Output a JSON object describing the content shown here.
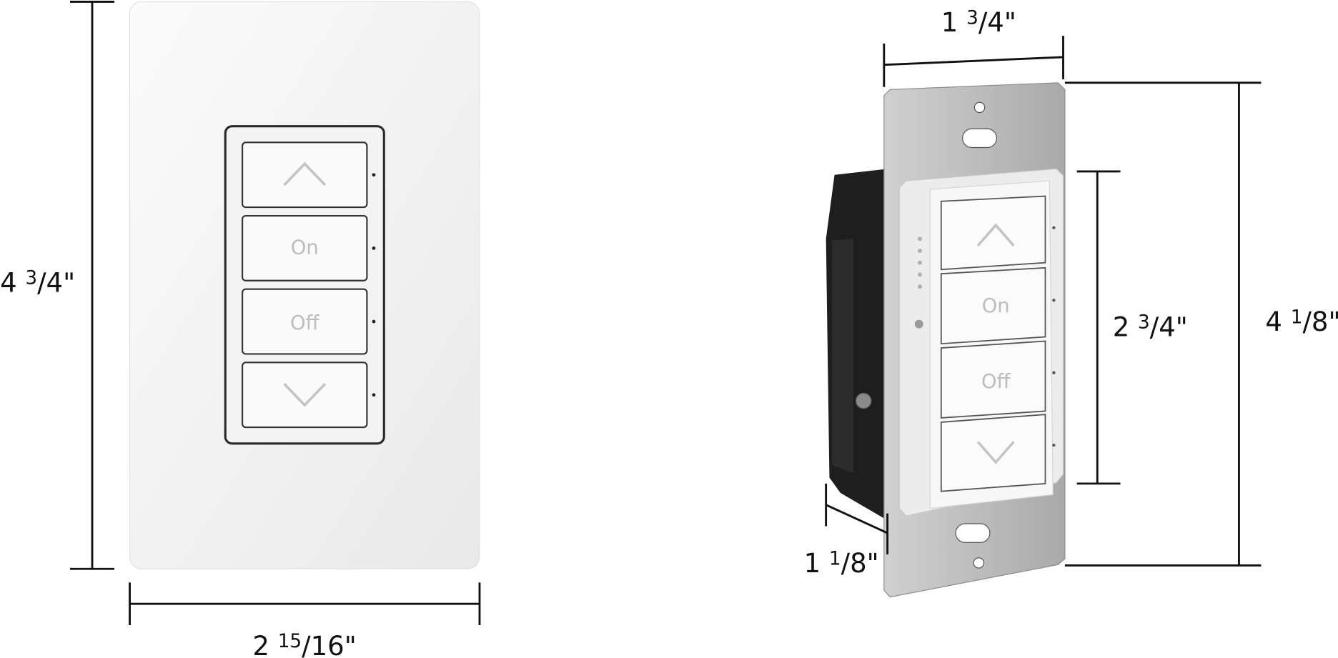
{
  "title": "Keypad switch dimensions",
  "separator": "/",
  "unit": "\"",
  "front_view": {
    "buttons": [
      {
        "type": "up",
        "icon": "chevron-up-icon",
        "label": ""
      },
      {
        "type": "on",
        "label": "On"
      },
      {
        "type": "off",
        "label": "Off"
      },
      {
        "type": "down",
        "icon": "chevron-down-icon",
        "label": ""
      }
    ],
    "height_dim": {
      "whole": "4",
      "num": "3",
      "den": "4"
    },
    "width_dim": {
      "whole": "2",
      "num": "15",
      "den": "16"
    }
  },
  "side_view": {
    "buttons": [
      {
        "type": "up",
        "icon": "chevron-up-icon",
        "label": ""
      },
      {
        "type": "on",
        "label": "On"
      },
      {
        "type": "off",
        "label": "Off"
      },
      {
        "type": "down",
        "icon": "chevron-down-icon",
        "label": ""
      }
    ],
    "strap_width_dim": {
      "whole": "1",
      "num": "3",
      "den": "4"
    },
    "strap_height_dim": {
      "whole": "4",
      "num": "1",
      "den": "8"
    },
    "keypad_height_dim": {
      "whole": "2",
      "num": "3",
      "den": "4"
    },
    "depth_dim": {
      "whole": "1",
      "num": "1",
      "den": "8"
    }
  },
  "colors": {
    "plate": "#f4f4f4",
    "strap": "#b8b8b8",
    "body": "#1c1c1c",
    "dim_line": "#111111"
  }
}
